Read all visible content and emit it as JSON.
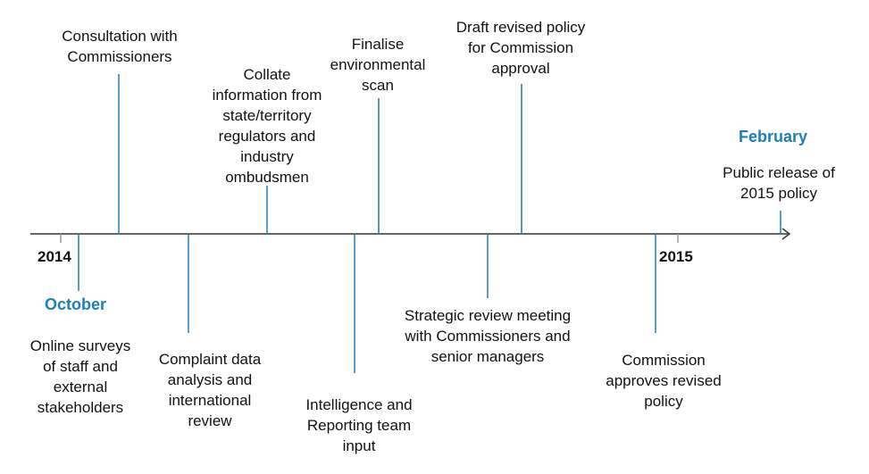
{
  "colors": {
    "axis": "#333333",
    "tick": "#9a9a9a",
    "connector": "#1f7fb5",
    "month": "#1a7fbc",
    "text": "#111111"
  },
  "years": {
    "start": "2014",
    "end": "2015"
  },
  "months": {
    "start": "October",
    "end": "February"
  },
  "events": [
    {
      "text": "Online surveys\nof staff and\nexternal\nstakeholders",
      "side": "below",
      "seq": 1
    },
    {
      "text": "Consultation with\nCommissioners",
      "side": "above",
      "seq": 2
    },
    {
      "text": "Complaint data\nanalysis and\ninternational\nreview",
      "side": "below",
      "seq": 3
    },
    {
      "text": "Collate\ninformation from\nstate/territory\nregulators and\nindustry\nombudsmen",
      "side": "above",
      "seq": 4
    },
    {
      "text": "Intelligence and\nReporting team\ninput",
      "side": "below",
      "seq": 5
    },
    {
      "text": "Finalise\nenvironmental\nscan",
      "side": "above",
      "seq": 6
    },
    {
      "text": "Strategic review meeting\nwith Commissioners and\nsenior managers",
      "side": "below",
      "seq": 7
    },
    {
      "text": "Draft revised policy\nfor Commission\napproval",
      "side": "above",
      "seq": 8
    },
    {
      "text": "Commission\napproves revised\npolicy",
      "side": "below",
      "seq": 9
    },
    {
      "text": "Public release of\n2015 policy",
      "side": "above",
      "seq": 10
    }
  ]
}
